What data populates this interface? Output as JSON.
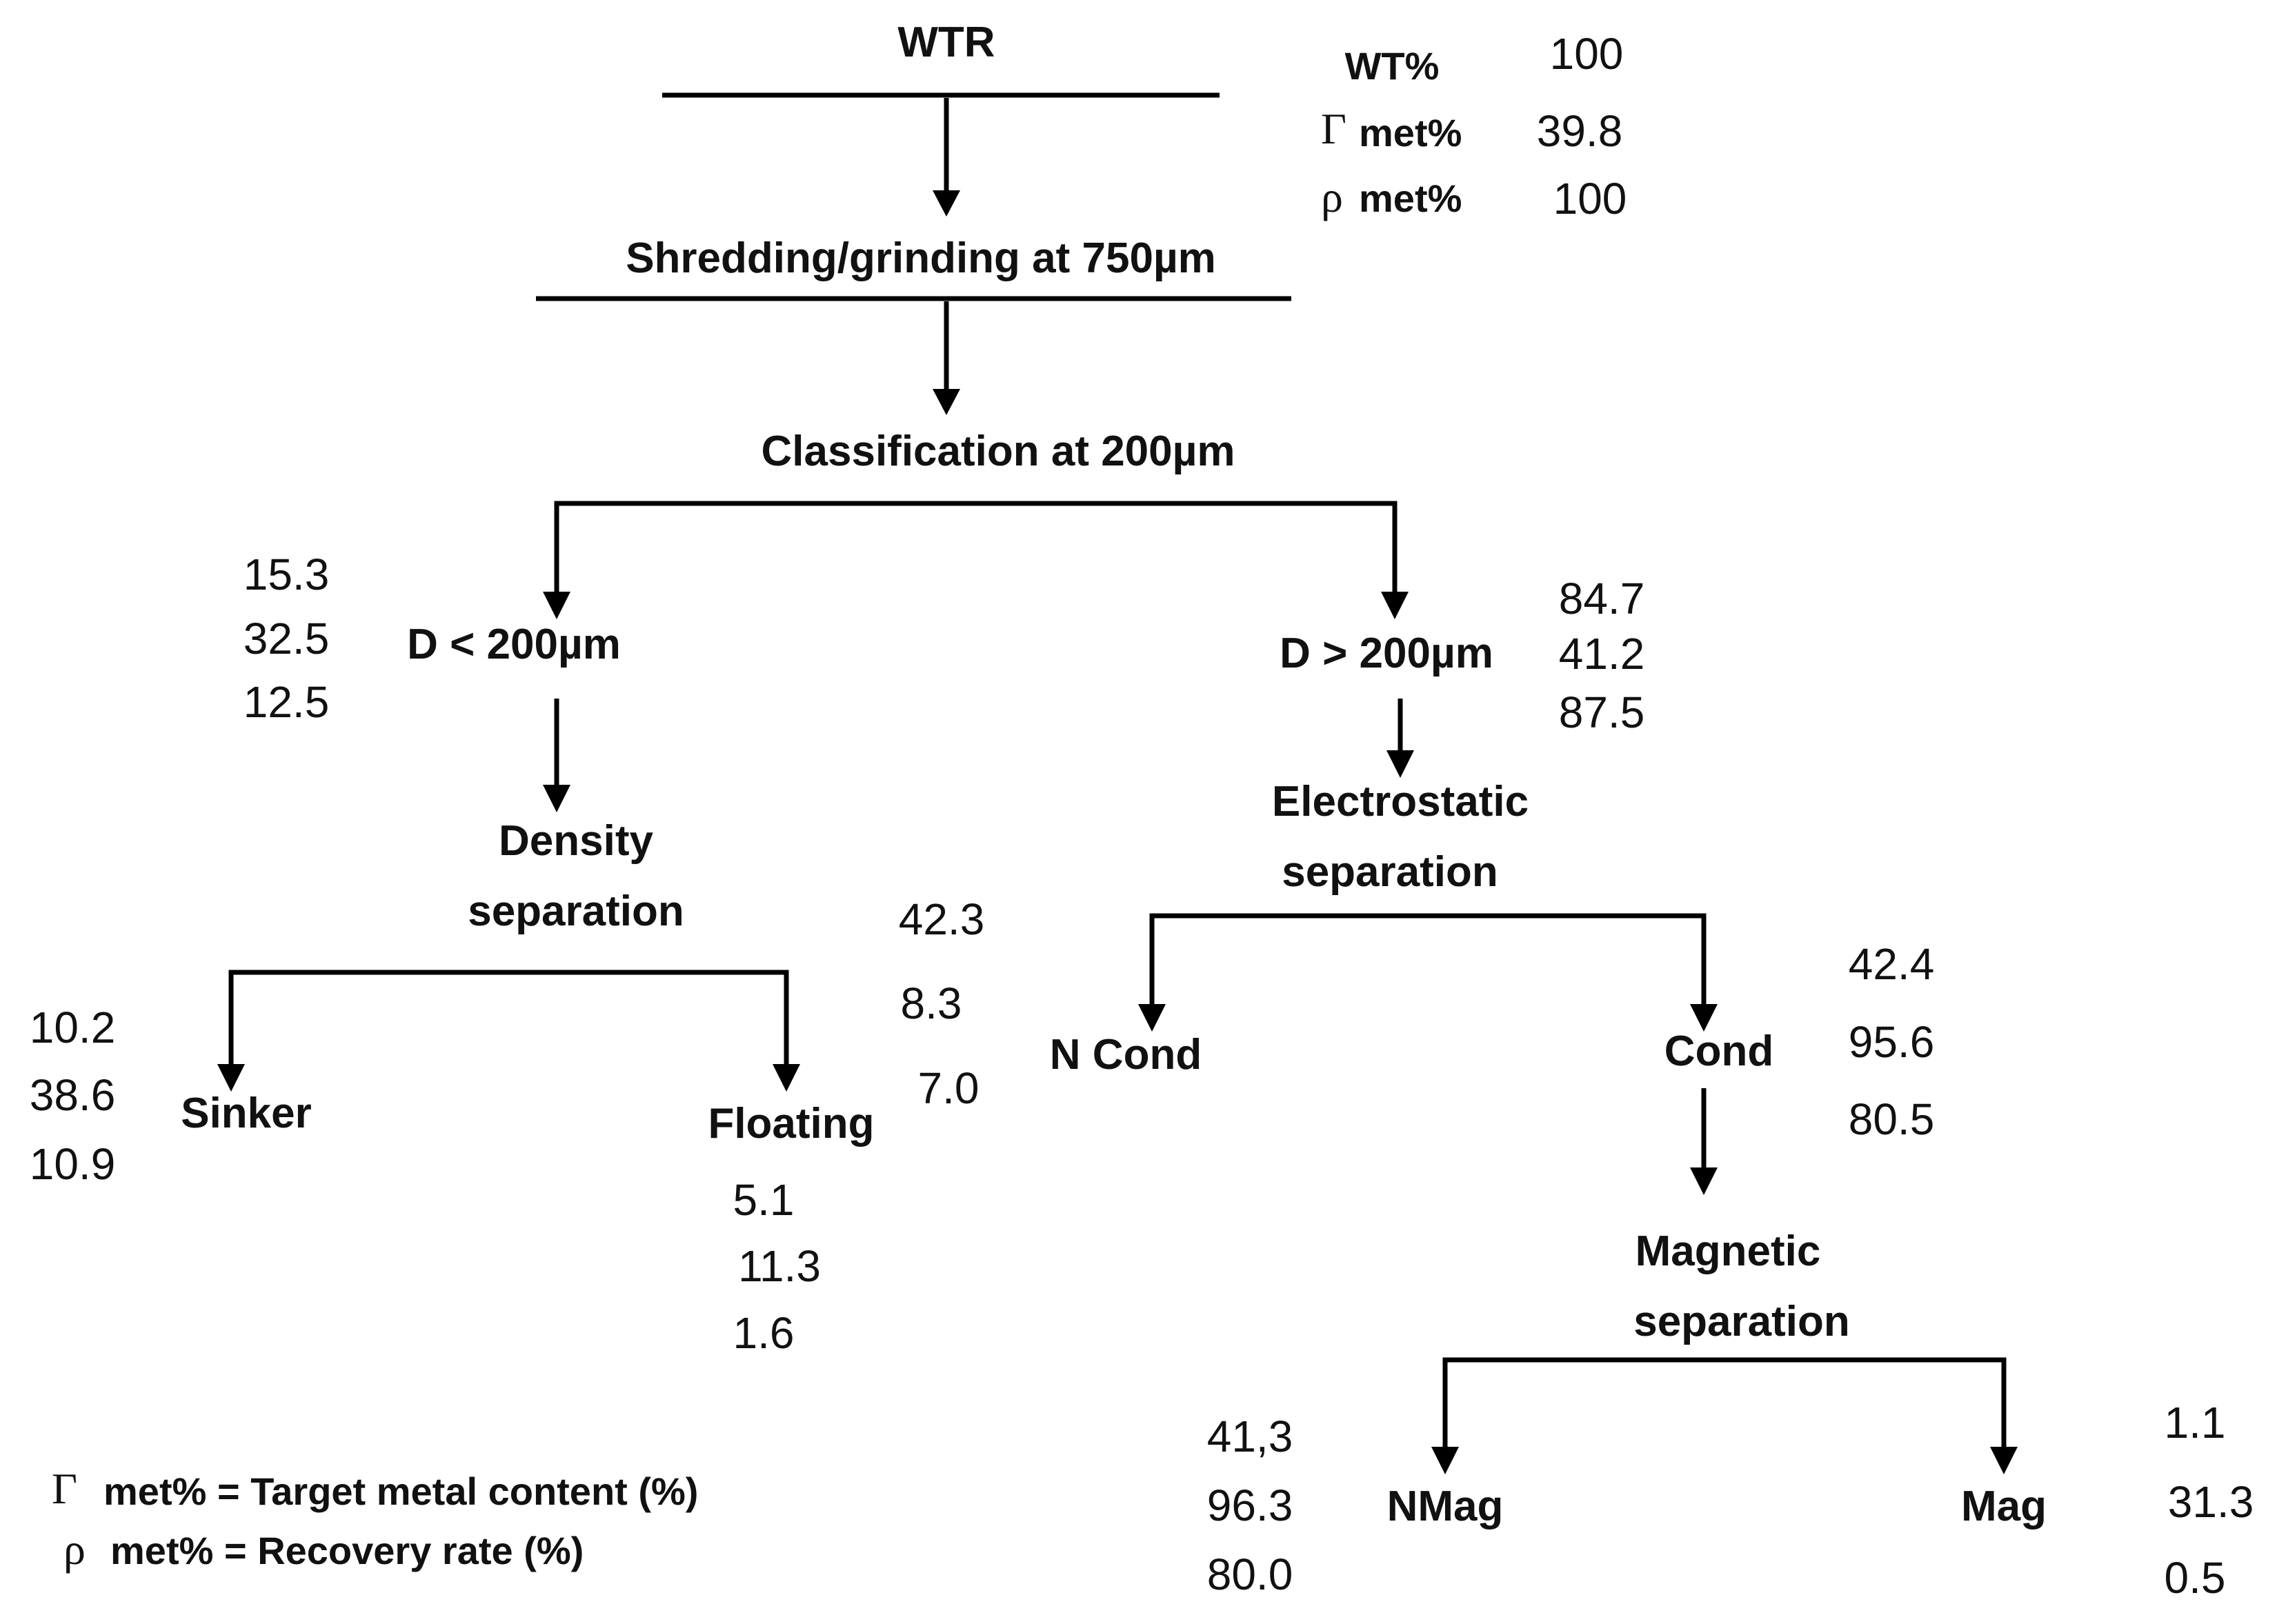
{
  "nodes": {
    "wtr": "WTR",
    "shredding": "Shredding/grinding at 750µm",
    "classification": "Classification at 200µm",
    "fine": "D < 200µm",
    "coarse": "D > 200µm",
    "density_l1": "Density",
    "density_l2": "separation",
    "electro_l1": "Electrostatic",
    "electro_l2": "separation",
    "sinker": "Sinker",
    "floating": "Floating",
    "ncond": "N Cond",
    "cond": "Cond",
    "magnetic_l1": "Magnetic",
    "magnetic_l2": "separation",
    "nmag": "NMag",
    "mag": "Mag"
  },
  "header_labels": {
    "wt": "WT%",
    "gamma_symbol": "Γ",
    "met": "met%",
    "rho_symbol": "ρ"
  },
  "values": {
    "wtr": [
      "100",
      "39.8",
      "100"
    ],
    "fine": [
      "15.3",
      "32.5",
      "12.5"
    ],
    "coarse": [
      "84.7",
      "41.2",
      "87.5"
    ],
    "density_sep": [
      "42.3",
      "8.3",
      "7.0"
    ],
    "sinker": [
      "10.2",
      "38.6",
      "10.9"
    ],
    "floating": [
      "5.1",
      "11.3",
      "1.6"
    ],
    "cond": [
      "42.4",
      "95.6",
      "80.5"
    ],
    "nmag": [
      "41,3",
      "96.3",
      "80.0"
    ],
    "mag": [
      "1.1",
      "31.3",
      "0.5"
    ]
  },
  "legend": {
    "gamma_symbol": "Γ",
    "gamma_text": "met% = Target metal content (%)",
    "rho_symbol": "ρ",
    "rho_text": "met% = Recovery rate (%)"
  }
}
